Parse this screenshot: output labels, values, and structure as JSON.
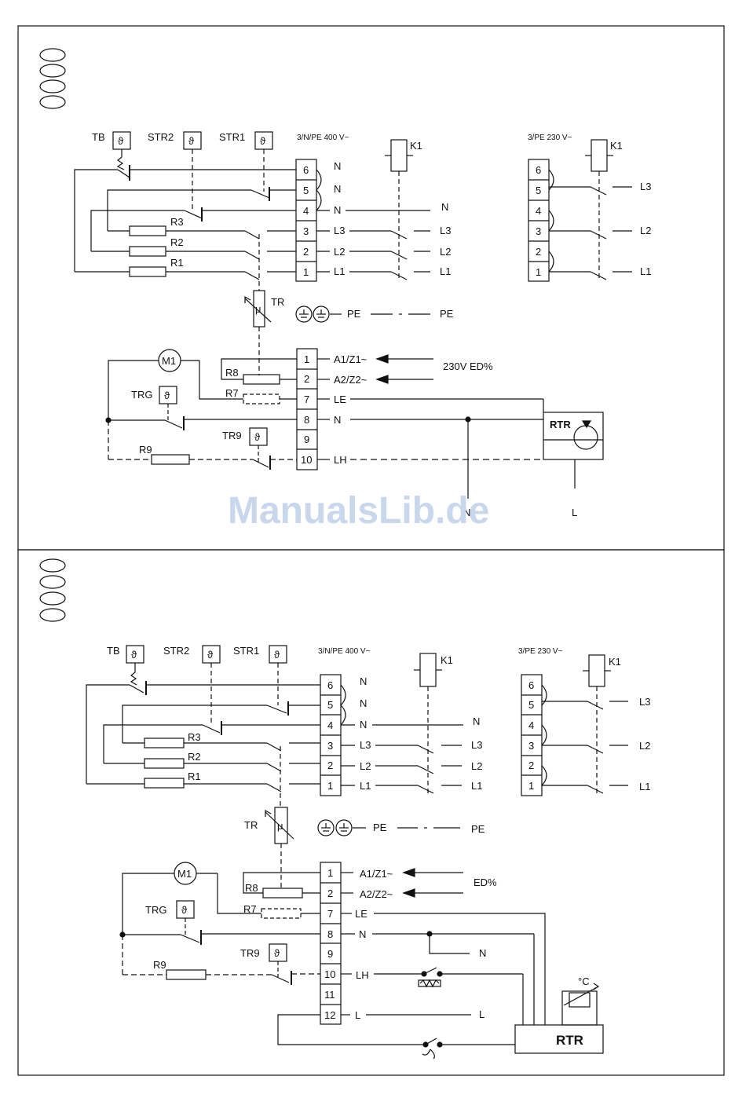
{
  "panel_top": {
    "sensors": {
      "tb": "TB",
      "str2": "STR2",
      "str1": "STR1",
      "theta": "ϑ"
    },
    "supply_400": "3/N/PE 400 V~",
    "supply_230": "3/PE 230 V~",
    "relay": "K1",
    "resistors": {
      "r1": "R1",
      "r2": "R2",
      "r3": "R3"
    },
    "terminal_numbers": [
      "6",
      "5",
      "4",
      "3",
      "2",
      "1"
    ],
    "terminal_labels": [
      "N",
      "N",
      "N",
      "L3",
      "L2",
      "L1"
    ],
    "out_labels": [
      "N",
      "L3",
      "L2",
      "L1"
    ],
    "block230_numbers": [
      "6",
      "5",
      "4",
      "3",
      "2",
      "1"
    ],
    "block230_labels": [
      "L3",
      "L2",
      "L1"
    ],
    "tr": "TR",
    "mu": "μ",
    "pe_left": "PE",
    "pe_right": "PE",
    "ctrl_numbers": [
      "1",
      "2",
      "7",
      "8",
      "9",
      "10"
    ],
    "ctrl_labels": [
      "A1/Z1~",
      "A2/Z2~",
      "LE",
      "N",
      "LH"
    ],
    "signal": "230V ED%",
    "m1": "M1",
    "trg": "TRG",
    "tr9": "TR9",
    "r7": "R7",
    "r8": "R8",
    "r9": "R9",
    "rtr": "RTR",
    "bottom_n": "N",
    "bottom_l": "L"
  },
  "panel_bottom": {
    "sensors": {
      "tb": "TB",
      "str2": "STR2",
      "str1": "STR1",
      "theta": "ϑ"
    },
    "supply_400": "3/N/PE 400 V~",
    "supply_230": "3/PE 230 V~",
    "relay": "K1",
    "resistors": {
      "r1": "R1",
      "r2": "R2",
      "r3": "R3"
    },
    "terminal_numbers": [
      "6",
      "5",
      "4",
      "3",
      "2",
      "1"
    ],
    "terminal_labels": [
      "N",
      "N",
      "N",
      "L3",
      "L2",
      "L1"
    ],
    "out_labels": [
      "N",
      "L3",
      "L2",
      "L1"
    ],
    "block230_numbers": [
      "6",
      "5",
      "4",
      "3",
      "2",
      "1"
    ],
    "block230_labels": [
      "L3",
      "L2",
      "L1"
    ],
    "tr": "TR",
    "mu": "μ",
    "pe_left": "PE",
    "pe_right": "PE",
    "ctrl_numbers": [
      "1",
      "2",
      "7",
      "8",
      "9",
      "10",
      "11",
      "12"
    ],
    "ctrl_labels": [
      "A1/Z1~",
      "A2/Z2~",
      "LE",
      "N",
      "LH",
      "L"
    ],
    "signal": "ED%",
    "m1": "M1",
    "trg": "TRG",
    "tr9": "TR9",
    "r7": "R7",
    "r8": "R8",
    "r9": "R9",
    "rtr": "RTR",
    "n_out": "N",
    "l_out": "L",
    "degc": "°C"
  },
  "watermark": "ManualsLib.de"
}
